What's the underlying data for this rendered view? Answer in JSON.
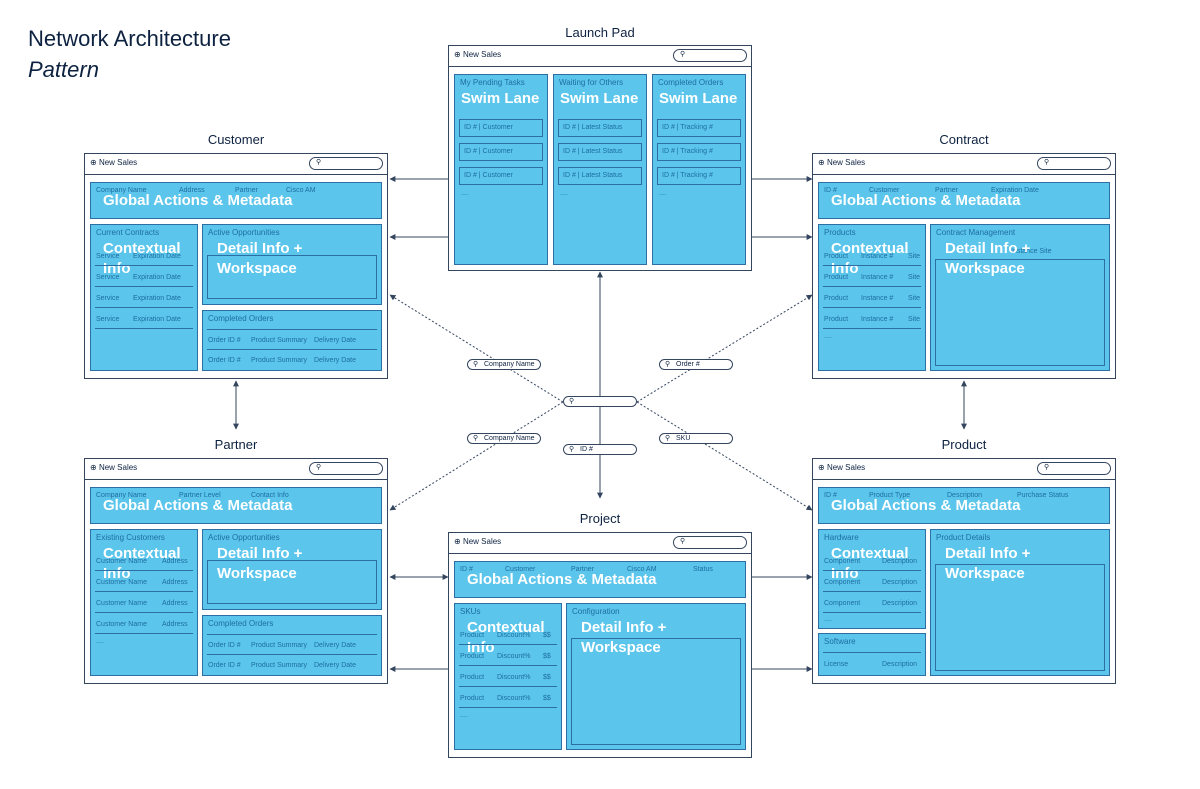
{
  "title": {
    "line1": "Network Architecture",
    "line2": "Pattern"
  },
  "common": {
    "new_sales": "New Sales",
    "global": "Global Actions & Metadata",
    "contextual": "Contextual Info",
    "detail": "Detail Info + Workspace",
    "swim": "Swim Lane"
  },
  "launch": {
    "title": "Launch Pad",
    "lanes": [
      {
        "label": "My Pending Tasks",
        "rows": [
          "ID # | Customer",
          "ID # | Customer",
          "ID # | Customer"
        ]
      },
      {
        "label": "Waiting for Others",
        "rows": [
          "ID # | Latest Status",
          "ID # | Latest Status",
          "ID # | Latest Status"
        ]
      },
      {
        "label": "Completed Orders",
        "rows": [
          "ID # | Tracking #",
          "ID # | Tracking #",
          "ID # | Tracking #"
        ]
      }
    ]
  },
  "customer": {
    "title": "Customer",
    "meta": [
      "Company Name",
      "Address",
      "Partner",
      "Cisco AM"
    ],
    "left_label": "Current Contracts",
    "left_rows": [
      [
        "Service",
        "Expiration Date"
      ],
      [
        "Service",
        "Expiration Date"
      ],
      [
        "Service",
        "Expiration Date"
      ],
      [
        "Service",
        "Expiration Date"
      ]
    ],
    "right_label": "Active Opportunities",
    "bottom_label": "Completed Orders",
    "bottom_rows": [
      [
        "Order ID #",
        "Product Summary",
        "Delivery Date"
      ],
      [
        "Order ID #",
        "Product Summary",
        "Delivery Date"
      ]
    ]
  },
  "contract": {
    "title": "Contract",
    "meta": [
      "ID #",
      "Customer",
      "Partner",
      "Expiration Date"
    ],
    "left_label": "Products",
    "left_rows": [
      [
        "Product",
        "Instance #",
        "Site"
      ],
      [
        "Product",
        "Instance #",
        "Site"
      ],
      [
        "Product",
        "Instance #",
        "Site"
      ],
      [
        "Product",
        "Instance #",
        "Site"
      ]
    ],
    "right_label": "Contract Management",
    "right_sub": "Instance Site"
  },
  "partner": {
    "title": "Partner",
    "meta": [
      "Company Name",
      "Partner Level",
      "Contact Info"
    ],
    "left_label": "Existing Customers",
    "left_rows": [
      [
        "Customer Name",
        "Address"
      ],
      [
        "Customer Name",
        "Address"
      ],
      [
        "Customer Name",
        "Address"
      ],
      [
        "Customer Name",
        "Address"
      ]
    ],
    "right_label": "Active Opportunities",
    "bottom_label": "Completed Orders",
    "bottom_rows": [
      [
        "Order ID #",
        "Product Summary",
        "Delivery Date"
      ],
      [
        "Order ID #",
        "Product Summary",
        "Delivery Date"
      ]
    ]
  },
  "product": {
    "title": "Product",
    "meta": [
      "ID #",
      "Product Type",
      "Description",
      "Purchase Status"
    ],
    "left_label": "Hardware",
    "left_rows": [
      [
        "Component",
        "Description"
      ],
      [
        "Component",
        "Description"
      ],
      [
        "Component",
        "Description"
      ]
    ],
    "left_label2": "Software",
    "left_rows2": [
      [
        "License",
        "Description"
      ]
    ],
    "right_label": "Product Details"
  },
  "project": {
    "title": "Project",
    "meta": [
      "ID #",
      "Customer",
      "Partner",
      "Cisco AM",
      "Status"
    ],
    "left_label": "SKUs",
    "left_rows": [
      [
        "Product",
        "Discount%",
        "$$"
      ],
      [
        "Product",
        "Discount%",
        "$$"
      ],
      [
        "Product",
        "Discount%",
        "$$"
      ],
      [
        "Product",
        "Discount%",
        "$$"
      ]
    ],
    "right_label": "Configuration"
  },
  "search": {
    "company_name_top": "Company Name",
    "order": "Order #",
    "company_name_bottom": "Company Name",
    "sku": "SKU",
    "id": "ID #"
  },
  "colors": {
    "panel": "#5bc5ec",
    "panel_border": "#2d6fa3",
    "frame": "#34455e",
    "text": "#0d2240"
  }
}
